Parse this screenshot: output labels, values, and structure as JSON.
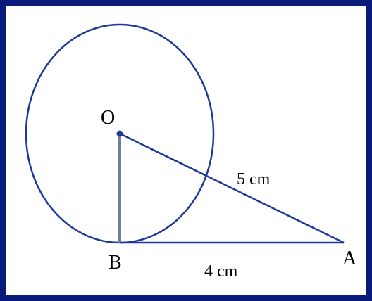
{
  "diagram": {
    "points": {
      "O": "O",
      "A": "A",
      "B": "B"
    },
    "lengths": {
      "OA": "5 cm",
      "AB": "4 cm"
    }
  },
  "colors": {
    "frame": "#0a1a7a",
    "line": "#1e3a96",
    "radius": "#6f7f96",
    "text": "#000000",
    "background": "#ffffff"
  }
}
